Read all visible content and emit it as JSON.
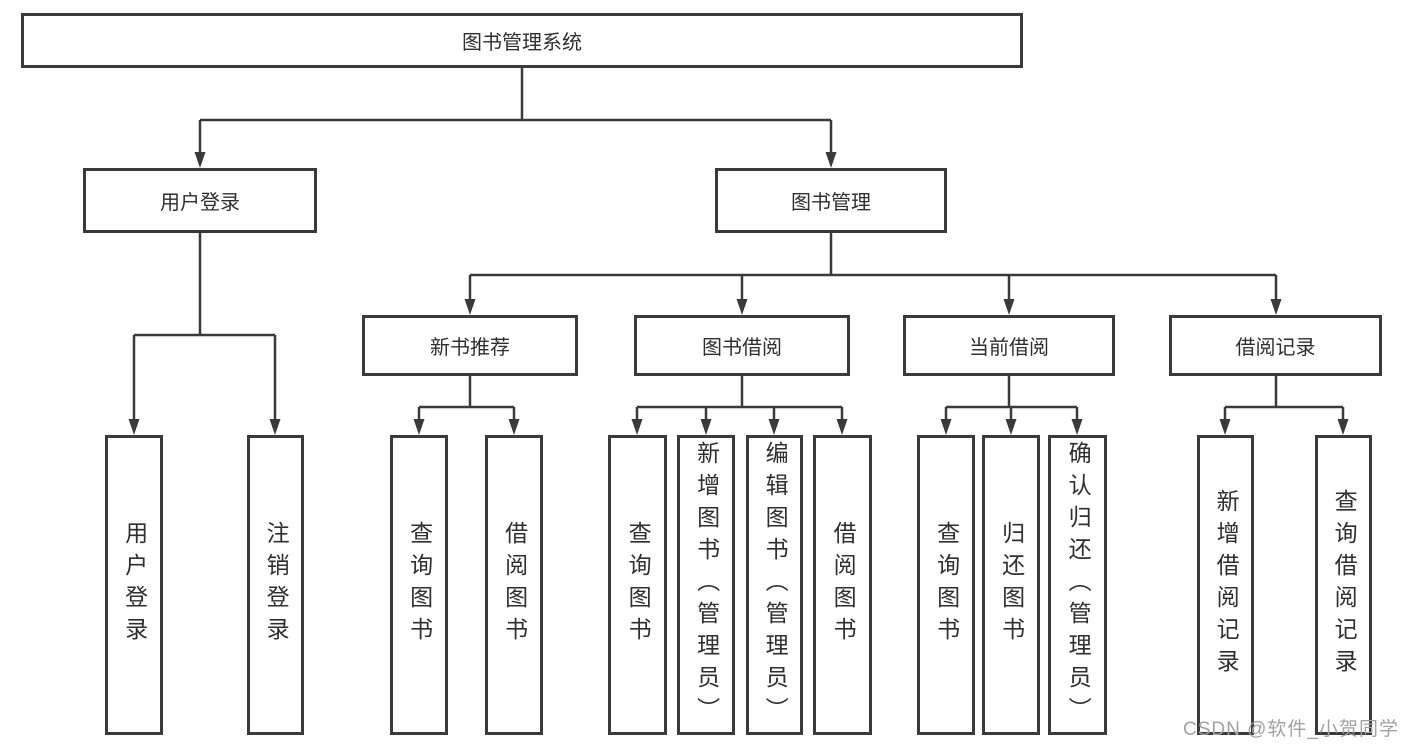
{
  "diagram": {
    "type": "tree",
    "root": {
      "label": "图书管理系统"
    },
    "level2": [
      {
        "label": "用户登录",
        "children": [
          {
            "label": "用户登录"
          },
          {
            "label": "注销登录"
          }
        ]
      },
      {
        "label": "图书管理",
        "children": [
          {
            "label": "新书推荐",
            "children": [
              {
                "label": "查询图书"
              },
              {
                "label": "借阅图书"
              }
            ]
          },
          {
            "label": "图书借阅",
            "children": [
              {
                "label": "查询图书"
              },
              {
                "label": "新增图书（管理员）"
              },
              {
                "label": "编辑图书（管理员）"
              },
              {
                "label": "借阅图书"
              }
            ]
          },
          {
            "label": "当前借阅",
            "children": [
              {
                "label": "查询图书"
              },
              {
                "label": "归还图书"
              },
              {
                "label": "确认归还（管理员）"
              }
            ]
          },
          {
            "label": "借阅记录",
            "children": [
              {
                "label": "新增借阅记录"
              },
              {
                "label": "查询借阅记录"
              }
            ]
          }
        ]
      }
    ]
  },
  "watermark": "CSDN @软件_小贺同学",
  "colors": {
    "line": "#3a3a3a",
    "box_border": "#3a3a3a",
    "text": "#2f2f2f",
    "background": "#ffffff",
    "watermark": "#a2a2a2"
  }
}
